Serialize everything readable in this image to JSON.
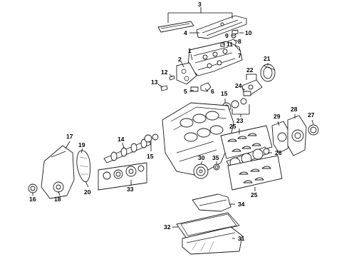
{
  "callouts": [
    {
      "id": "c1",
      "label": "1"
    },
    {
      "id": "c2",
      "label": "2"
    },
    {
      "id": "c3",
      "label": "3"
    },
    {
      "id": "c4",
      "label": "4"
    },
    {
      "id": "c5",
      "label": "5"
    },
    {
      "id": "c6",
      "label": "6"
    },
    {
      "id": "c7",
      "label": "7"
    },
    {
      "id": "c8",
      "label": "8"
    },
    {
      "id": "c9",
      "label": "9"
    },
    {
      "id": "c10",
      "label": "10"
    },
    {
      "id": "c11",
      "label": "11"
    },
    {
      "id": "c12",
      "label": "12"
    },
    {
      "id": "c13",
      "label": "13"
    },
    {
      "id": "c14",
      "label": "14"
    },
    {
      "id": "c15a",
      "label": "15"
    },
    {
      "id": "c15b",
      "label": "15"
    },
    {
      "id": "c16",
      "label": "16"
    },
    {
      "id": "c17",
      "label": "17"
    },
    {
      "id": "c18",
      "label": "18"
    },
    {
      "id": "c19",
      "label": "19"
    },
    {
      "id": "c20",
      "label": "20"
    },
    {
      "id": "c21",
      "label": "21"
    },
    {
      "id": "c22",
      "label": "22"
    },
    {
      "id": "c23",
      "label": "23"
    },
    {
      "id": "c24",
      "label": "24"
    },
    {
      "id": "c25a",
      "label": "25"
    },
    {
      "id": "c25b",
      "label": "25"
    },
    {
      "id": "c26",
      "label": "26"
    },
    {
      "id": "c27",
      "label": "27"
    },
    {
      "id": "c28",
      "label": "28"
    },
    {
      "id": "c29",
      "label": "29"
    },
    {
      "id": "c30",
      "label": "30"
    },
    {
      "id": "c31",
      "label": "31"
    },
    {
      "id": "c32",
      "label": "32"
    },
    {
      "id": "c33",
      "label": "33"
    },
    {
      "id": "c34",
      "label": "34"
    },
    {
      "id": "c35",
      "label": "35"
    }
  ]
}
